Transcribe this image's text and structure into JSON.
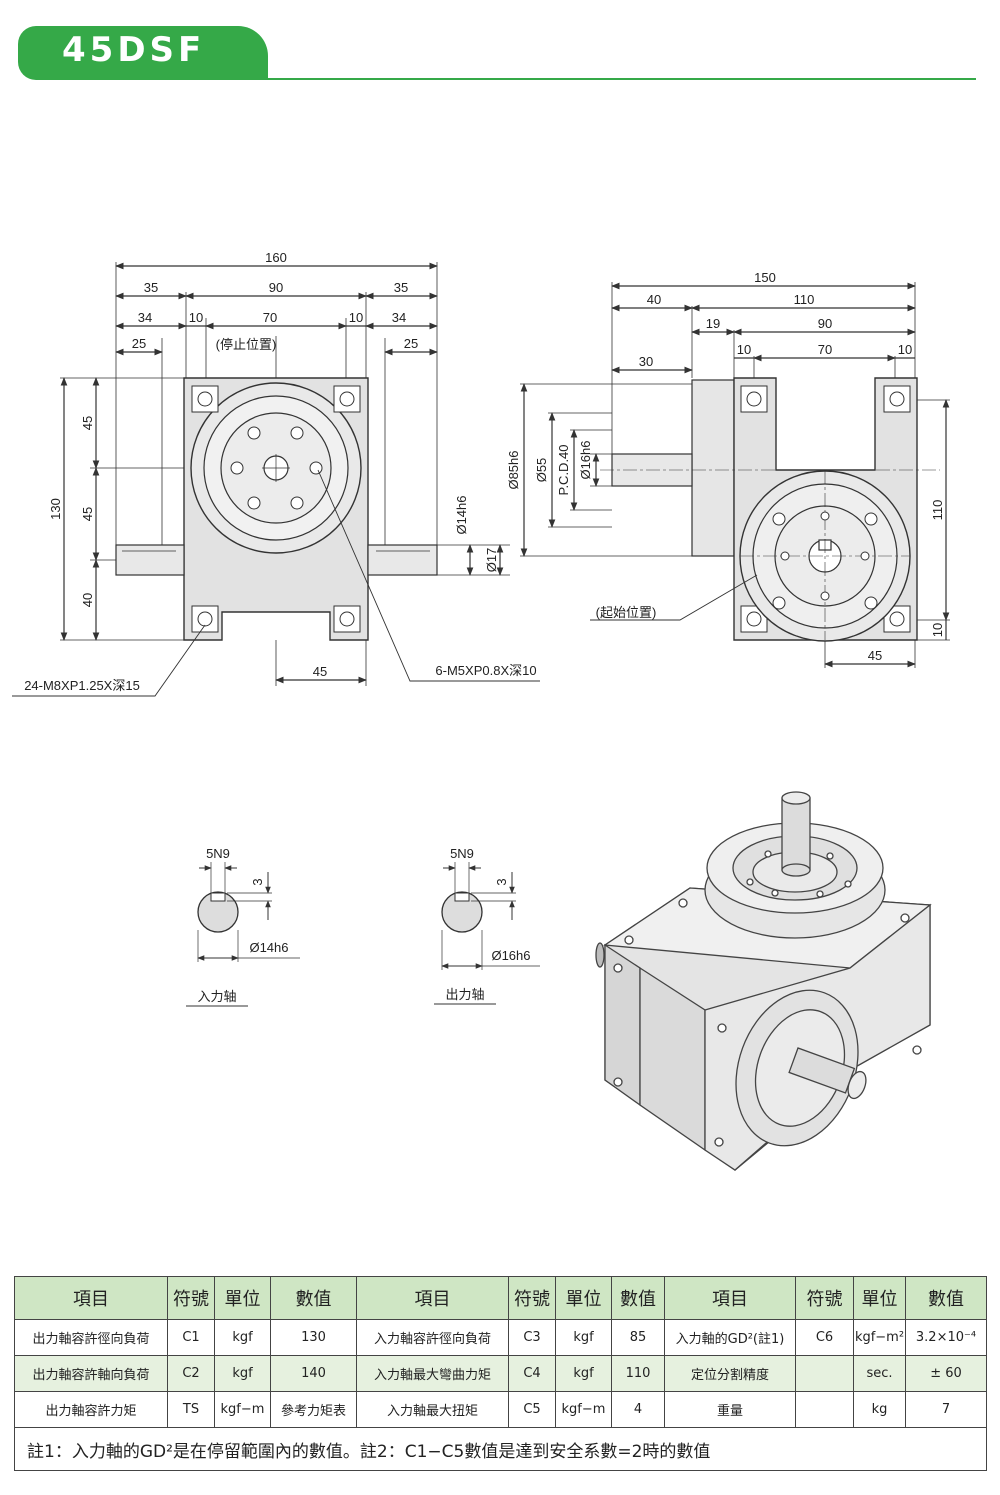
{
  "header": {
    "model": "45DSF"
  },
  "drawing": {
    "front": {
      "dims_top": [
        "160",
        "35",
        "90",
        "35",
        "34",
        "10",
        "70",
        "10",
        "34",
        "25",
        "25"
      ],
      "stop_label": "(停止位置)",
      "dims_left": [
        "130",
        "45",
        "45",
        "40"
      ],
      "shaft_labels": [
        "Ø14h6",
        "Ø17"
      ],
      "dim_bottom": "45",
      "callout_left": "24-M8XP1.25X深15",
      "callout_right": "6-M5XP0.8X深10"
    },
    "side": {
      "dims_top": [
        "150",
        "40",
        "110",
        "19",
        "90",
        "10",
        "70",
        "10",
        "30"
      ],
      "dims_left": [
        "Ø85h6",
        "Ø55",
        "P.C.D.40",
        "Ø16h6"
      ],
      "dims_right": [
        "110",
        "10"
      ],
      "dim_bottom": "45",
      "start_label": "(起始位置)"
    },
    "shafts": [
      {
        "key": "5N9",
        "depth": "3",
        "dia": "Ø14h6",
        "name": "入力轴"
      },
      {
        "key": "5N9",
        "depth": "3",
        "dia": "Ø16h6",
        "name": "出力轴"
      }
    ]
  },
  "table": {
    "headers": [
      "項目",
      "符號",
      "單位",
      "數值",
      "項目",
      "符號",
      "單位",
      "數值",
      "項目",
      "符號",
      "單位",
      "數值"
    ],
    "rows": [
      [
        "出力軸容許徑向負荷",
        "C1",
        "kgf",
        "130",
        "入力軸容許徑向負荷",
        "C3",
        "kgf",
        "85",
        "入力軸的GD²(註1)",
        "C6",
        "kgf−m²",
        "3.2×10⁻⁴"
      ],
      [
        "出力軸容許軸向負荷",
        "C2",
        "kgf",
        "140",
        "入力軸最大彎曲力矩",
        "C4",
        "kgf",
        "110",
        "定位分割精度",
        "",
        "sec.",
        "± 60"
      ],
      [
        "出力軸容許力矩",
        "TS",
        "kgf−m",
        "參考力矩表",
        "入力軸最大扭矩",
        "C5",
        "kgf−m",
        "4",
        "重量",
        "",
        "kg",
        "7"
      ]
    ],
    "note": "註1：入力軸的GD²是在停留範圍內的數值。註2：C1−C5數值是達到安全系數=2時的數值"
  }
}
